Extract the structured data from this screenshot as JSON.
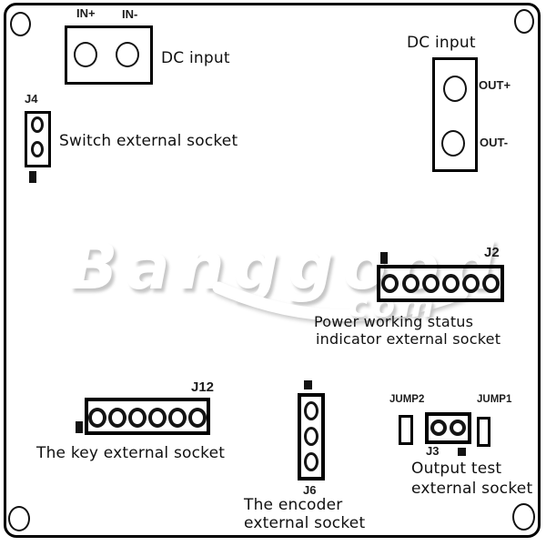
{
  "diagram": {
    "colors": {
      "line": "#000000",
      "text": "#111111",
      "watermark_shadow": "#c6c6c6"
    },
    "watermark": {
      "brand": "Banggood",
      "domain": "com"
    },
    "dc_in": {
      "title": "DC input",
      "pin_labels": [
        "IN+",
        "IN-"
      ],
      "pin_count": 2
    },
    "dc_out": {
      "title": "DC input",
      "pin_labels": [
        "OUT+",
        "OUT-"
      ],
      "pin_count": 2
    },
    "j4": {
      "ref": "J4",
      "desc": "Switch external socket",
      "pin_count": 2
    },
    "j2": {
      "ref": "J2",
      "desc_line1": "Power working status",
      "desc_line2": "indicator external socket",
      "pin_count": 6
    },
    "j12": {
      "ref": "J12",
      "desc": "The key external socket",
      "pin_count": 6
    },
    "j6": {
      "ref": "J6",
      "desc_line1": "The encoder",
      "desc_line2": "external socket",
      "pin_count": 3
    },
    "j3": {
      "ref": "J3",
      "desc_line1": "Output test",
      "desc_line2": "external socket",
      "pin_count": 2,
      "jumper_labels": [
        "JUMP2",
        "JUMP1"
      ]
    }
  }
}
